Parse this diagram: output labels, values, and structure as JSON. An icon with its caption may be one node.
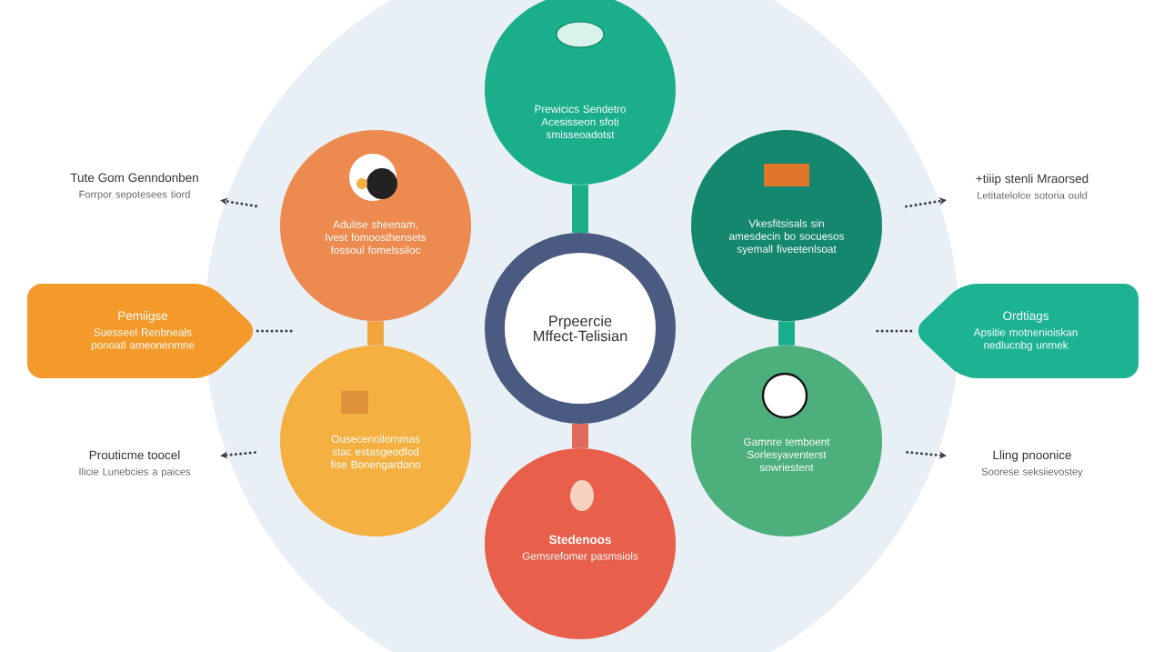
{
  "diagram": {
    "nodes": [
      {
        "text": [
          "Prpeercie Mffect-Telisian"
        ]
      },
      {
        "text": [
          "Prewicics Sendetro Acesisseon sfoti smisseoadotst"
        ]
      },
      {
        "text": [
          "Adulise sheenam, Ivest fomoosthensets fossoul fomelssiloc"
        ]
      },
      {
        "text": [
          "Vkesfitsisals sin amesdecin bo socuesos syemall fiveetenlsoat"
        ]
      },
      {
        "text": [
          "Ousecenoilornmas stac estasgeodfod fise Bonengardono"
        ]
      },
      {
        "text": [
          "Stedenoos",
          "Gemsrefomer pasmsiols"
        ]
      },
      {
        "text": [
          "Gamnre temboent Sorlesyaventerst sowriestent"
        ]
      },
      {
        "text": [
          "Pemiigse",
          "Suesseel Renbneals ponoatl ameonenmne"
        ]
      },
      {
        "text": [
          "Ordtiags",
          "Apsitie motnenioiskan nedlucnbg unmek"
        ]
      },
      {
        "text": [
          "Tute Gom Genndonben",
          "Forrpor sepotesees tiord"
        ]
      },
      {
        "text": [
          "+tiiip stenli Mraorsed",
          "Letitatelolce sotoria ould"
        ]
      },
      {
        "text": [
          "Prouticme toocel",
          "Ilicie Lunebcies a paices"
        ]
      },
      {
        "text": [
          "Lling pnoonice",
          "Soorese seksiievostey"
        ]
      }
    ],
    "edges": [
      {
        "from": 1,
        "to": 0,
        "arrow": "none",
        "style": "thick",
        "color": "#1aae8a"
      },
      {
        "from": 2,
        "to": 4,
        "arrow": "none",
        "style": "thick",
        "color": "#f2a33a"
      },
      {
        "from": 3,
        "to": 6,
        "arrow": "none",
        "style": "thick",
        "color": "#1aae8a"
      },
      {
        "from": 0,
        "to": 5,
        "arrow": "none",
        "style": "thick",
        "color": "#e0695a"
      },
      {
        "from": 2,
        "to": 9,
        "arrow": "to",
        "style": "dashed"
      },
      {
        "from": 3,
        "to": 10,
        "arrow": "to",
        "style": "dashed"
      },
      {
        "from": 4,
        "to": 11,
        "arrow": "to",
        "style": "dashed"
      },
      {
        "from": 6,
        "to": 12,
        "arrow": "to",
        "style": "dashed"
      },
      {
        "from": 7,
        "to": null,
        "arrow": "none",
        "style": "dashed"
      },
      {
        "from": 8,
        "to": null,
        "arrow": "none",
        "style": "dashed"
      }
    ]
  }
}
